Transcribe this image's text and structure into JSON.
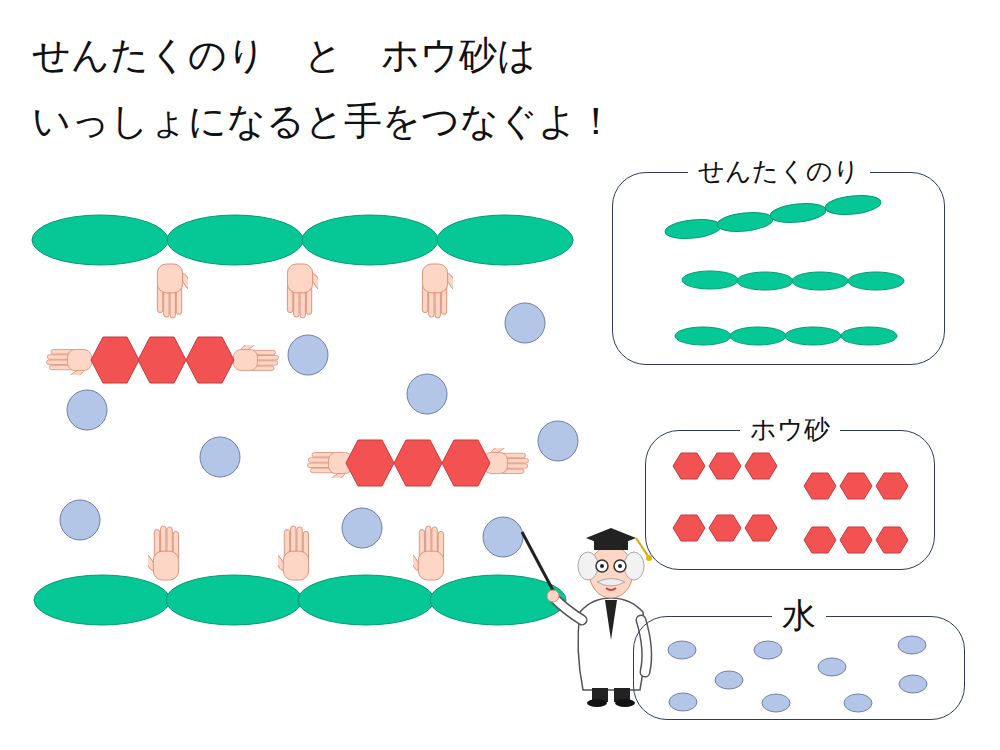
{
  "diagram": {
    "title": "せんたくのり と ホウ砂は いっしょになると手をつなぐよ！",
    "nodes": [
      {
        "text": [
          "せんたくのり"
        ]
      },
      {
        "text": [
          "ホウ砂"
        ]
      },
      {
        "text": [
          "水"
        ]
      }
    ]
  }
}
